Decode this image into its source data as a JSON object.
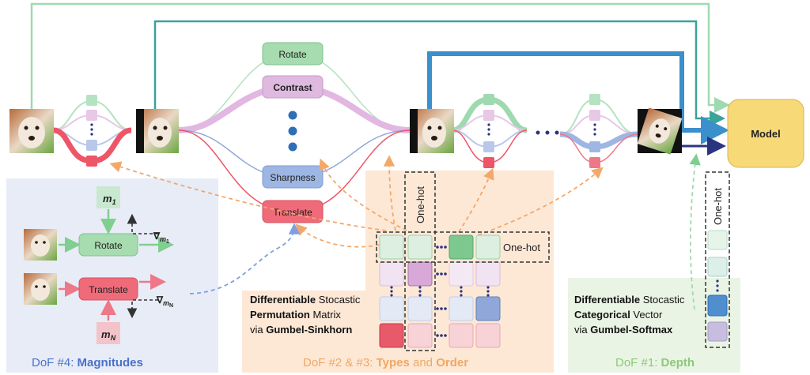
{
  "model": {
    "label": "Model"
  },
  "ops": {
    "rotate": "Rotate",
    "contrast": "Contrast",
    "sharpness": "Sharpness",
    "translate": "Translate"
  },
  "magnitudes": {
    "m1": "m",
    "m1_sub": "1",
    "mN": "m",
    "mN_sub": "N",
    "grad1": "∇",
    "grad1_sub": "m",
    "grad1_subsub": "1",
    "gradN": "∇",
    "gradN_sub": "m",
    "gradN_subsub": "N",
    "op_rotate": "Rotate",
    "op_translate": "Translate",
    "caption_prefix": "DoF #4: ",
    "caption_bold": "Magnitudes"
  },
  "types_order": {
    "one_hot_vertical": "One-hot",
    "one_hot_horizontal": "One-hot",
    "desc_line1_bold": "Differentiable",
    "desc_line1_rest": " Stocastic",
    "desc_line2_bold": "Permutation",
    "desc_line2_rest": " Matrix",
    "desc_line3_rest": "via ",
    "desc_line3_bold": "Gumbel-Sinkhorn",
    "caption_prefix": "DoF #2 & #3: ",
    "caption_bold1": "Types",
    "caption_mid": " and ",
    "caption_bold2": "Order"
  },
  "depth": {
    "one_hot": "One-hot",
    "desc_line1_bold": "Differentiable",
    "desc_line1_rest": " Stocastic",
    "desc_line2_bold": "Categorical",
    "desc_line2_rest": " Vector",
    "desc_line3_rest": "via ",
    "desc_line3_bold": "Gumbel-Softmax",
    "caption_prefix": "DoF #1: ",
    "caption_bold": "Depth"
  },
  "colors": {
    "green": "#8fd19e",
    "pink": "#d9a9d9",
    "blue": "#8fa8d9",
    "red": "#ee5566",
    "teal": "#3aa39a",
    "model_fill": "#f8d977",
    "panel_blue": "#e8ecf7",
    "panel_orange": "#fde8d6",
    "panel_green": "#eaf4e4"
  }
}
